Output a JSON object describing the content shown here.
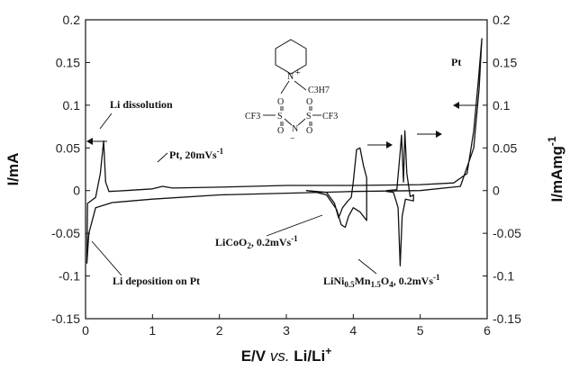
{
  "chart_data": {
    "type": "line",
    "xlabel": {
      "main": "E/V",
      "vs": " vs. ",
      "ref": "Li/Li",
      "sup": "+"
    },
    "ylabel_left": "I/mA",
    "ylabel_right": {
      "main": "I/mAmg",
      "sup": "-1"
    },
    "xlim": [
      0,
      6
    ],
    "ylim": [
      -0.15,
      0.2
    ],
    "xticks": [
      "0",
      "1",
      "2",
      "3",
      "4",
      "5",
      "6"
    ],
    "yticks": [
      "-0.15",
      "-0.1",
      "-0.05",
      "0",
      "0.05",
      "0.1",
      "0.15",
      "0.2"
    ],
    "series": [
      {
        "id": "pt",
        "axis": "left",
        "points": [
          [
            0.03,
            -0.015
          ],
          [
            0.15,
            -0.008
          ],
          [
            0.22,
            0.02
          ],
          [
            0.27,
            0.058
          ],
          [
            0.3,
            0.01
          ],
          [
            0.35,
            -0.001
          ],
          [
            0.6,
            0.0
          ],
          [
            1.0,
            0.002
          ],
          [
            1.15,
            0.005
          ],
          [
            1.3,
            0.003
          ],
          [
            2.0,
            0.004
          ],
          [
            3.0,
            0.006
          ],
          [
            4.0,
            0.006
          ],
          [
            5.0,
            0.007
          ],
          [
            5.5,
            0.009
          ],
          [
            5.7,
            0.02
          ],
          [
            5.8,
            0.07
          ],
          [
            5.87,
            0.13
          ],
          [
            5.92,
            0.178
          ],
          [
            5.88,
            0.12
          ],
          [
            5.8,
            0.05
          ],
          [
            5.6,
            0.005
          ],
          [
            5.0,
            0.0
          ],
          [
            4.0,
            -0.001
          ],
          [
            3.0,
            -0.003
          ],
          [
            2.0,
            -0.005
          ],
          [
            1.0,
            -0.01
          ],
          [
            0.4,
            -0.014
          ],
          [
            0.15,
            -0.02
          ],
          [
            0.05,
            -0.05
          ],
          [
            0.02,
            -0.085
          ]
        ]
      },
      {
        "id": "licoo2",
        "axis": "right",
        "points": [
          [
            3.3,
            0.0
          ],
          [
            3.6,
            -0.002
          ],
          [
            3.72,
            -0.015
          ],
          [
            3.78,
            -0.032
          ],
          [
            3.84,
            -0.02
          ],
          [
            3.92,
            -0.012
          ],
          [
            3.97,
            -0.008
          ],
          [
            4.0,
            0.01
          ],
          [
            4.05,
            0.048
          ],
          [
            4.1,
            0.05
          ],
          [
            4.15,
            0.03
          ],
          [
            4.2,
            0.015
          ],
          [
            4.2,
            -0.035
          ],
          [
            4.15,
            -0.03
          ],
          [
            4.1,
            -0.025
          ],
          [
            4.0,
            -0.02
          ],
          [
            3.93,
            -0.03
          ],
          [
            3.88,
            -0.043
          ],
          [
            3.82,
            -0.04
          ],
          [
            3.75,
            -0.022
          ],
          [
            3.6,
            -0.005
          ],
          [
            3.4,
            -0.001
          ]
        ]
      },
      {
        "id": "lini",
        "axis": "right",
        "points": [
          [
            4.5,
            0.0
          ],
          [
            4.65,
            0.001
          ],
          [
            4.7,
            0.045
          ],
          [
            4.72,
            0.065
          ],
          [
            4.75,
            0.01
          ],
          [
            4.77,
            0.07
          ],
          [
            4.8,
            0.02
          ],
          [
            4.85,
            -0.007
          ],
          [
            4.9,
            -0.005
          ],
          [
            4.9,
            -0.012
          ],
          [
            4.78,
            -0.01
          ],
          [
            4.73,
            -0.03
          ],
          [
            4.7,
            -0.088
          ],
          [
            4.67,
            -0.02
          ],
          [
            4.6,
            -0.002
          ],
          [
            4.5,
            -0.001
          ]
        ]
      }
    ],
    "annotations": {
      "li_dissolution": "Li dissolution",
      "li_deposition": "Li deposition on Pt",
      "pt_rate": {
        "main": "Pt, 20mVs",
        "sup": "-1"
      },
      "pt": "Pt",
      "licoo2": {
        "a": "LiCoO",
        "sub1": "2",
        "b": ", 0.2mVs",
        "sup": "-1"
      },
      "lini": {
        "a": "LiNi",
        "sub1": "0.5",
        "b": "Mn",
        "sub2": "1.5",
        "c": "O",
        "sub3": "4",
        "d": ", 0.2mVs",
        "sup": "-1"
      }
    },
    "structure_labels": {
      "n": "N",
      "plus": "+",
      "c3h7": "C3H7",
      "cf3": "CF3",
      "s": "S",
      "o": "O",
      "n_minus": "N",
      "minus": "−"
    }
  }
}
